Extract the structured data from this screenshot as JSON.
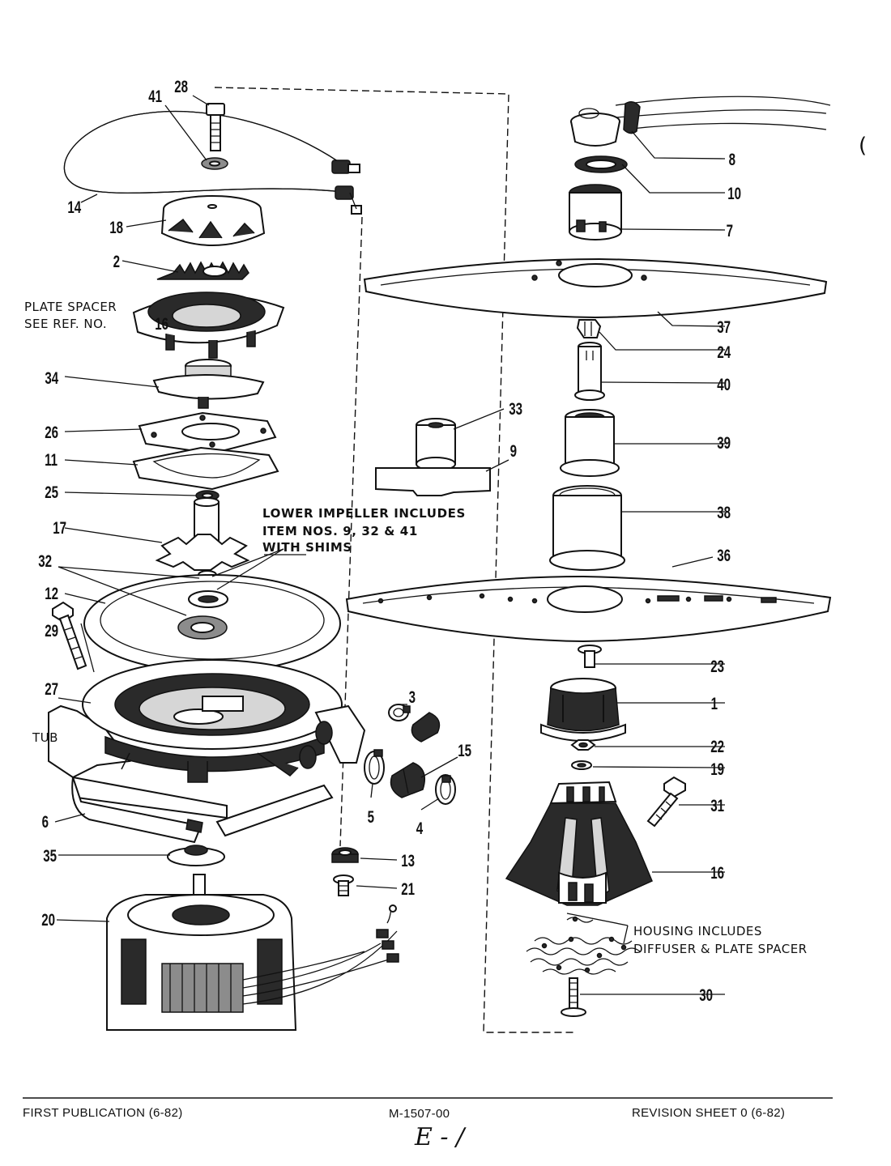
{
  "diagram": {
    "callouts": [
      {
        "id": "28",
        "label": "28"
      },
      {
        "id": "41",
        "label": "41"
      },
      {
        "id": "14",
        "label": "14"
      },
      {
        "id": "18",
        "label": "18"
      },
      {
        "id": "2",
        "label": "2"
      },
      {
        "id": "16a",
        "label": "16"
      },
      {
        "id": "34",
        "label": "34"
      },
      {
        "id": "26",
        "label": "26"
      },
      {
        "id": "11",
        "label": "11"
      },
      {
        "id": "25",
        "label": "25"
      },
      {
        "id": "17",
        "label": "17"
      },
      {
        "id": "32",
        "label": "32"
      },
      {
        "id": "12",
        "label": "12"
      },
      {
        "id": "29",
        "label": "29"
      },
      {
        "id": "27",
        "label": "27"
      },
      {
        "id": "6",
        "label": "6"
      },
      {
        "id": "35",
        "label": "35"
      },
      {
        "id": "20",
        "label": "20"
      },
      {
        "id": "3",
        "label": "3"
      },
      {
        "id": "15",
        "label": "15"
      },
      {
        "id": "5",
        "label": "5"
      },
      {
        "id": "4",
        "label": "4"
      },
      {
        "id": "13",
        "label": "13"
      },
      {
        "id": "21",
        "label": "21"
      },
      {
        "id": "33",
        "label": "33"
      },
      {
        "id": "9",
        "label": "9"
      },
      {
        "id": "8",
        "label": "8"
      },
      {
        "id": "10",
        "label": "10"
      },
      {
        "id": "7",
        "label": "7"
      },
      {
        "id": "37",
        "label": "37"
      },
      {
        "id": "24",
        "label": "24"
      },
      {
        "id": "40",
        "label": "40"
      },
      {
        "id": "39",
        "label": "39"
      },
      {
        "id": "38",
        "label": "38"
      },
      {
        "id": "36",
        "label": "36"
      },
      {
        "id": "23",
        "label": "23"
      },
      {
        "id": "1",
        "label": "1"
      },
      {
        "id": "22",
        "label": "22"
      },
      {
        "id": "19",
        "label": "19"
      },
      {
        "id": "31",
        "label": "31"
      },
      {
        "id": "16",
        "label": "16"
      },
      {
        "id": "30",
        "label": "30"
      }
    ],
    "notes": {
      "plate_spacer_1": "PLATE SPACER",
      "plate_spacer_2": "SEE REF. NO.",
      "tub": "TUB",
      "lower_impeller_1": "LOWER IMPELLER INCLUDES",
      "lower_impeller_2": "ITEM NOS. 9, 32 & 41",
      "lower_impeller_3": "WITH SHIMS",
      "housing_1": "HOUSING INCLUDES",
      "housing_2": "DIFFUSER & PLATE SPACER",
      "edge_mark": "("
    }
  },
  "footer": {
    "left": "FIRST PUBLICATION (6-82)",
    "center": "M-1507-00",
    "right": "REVISION SHEET 0 (6-82)",
    "handwritten": "E - /"
  }
}
